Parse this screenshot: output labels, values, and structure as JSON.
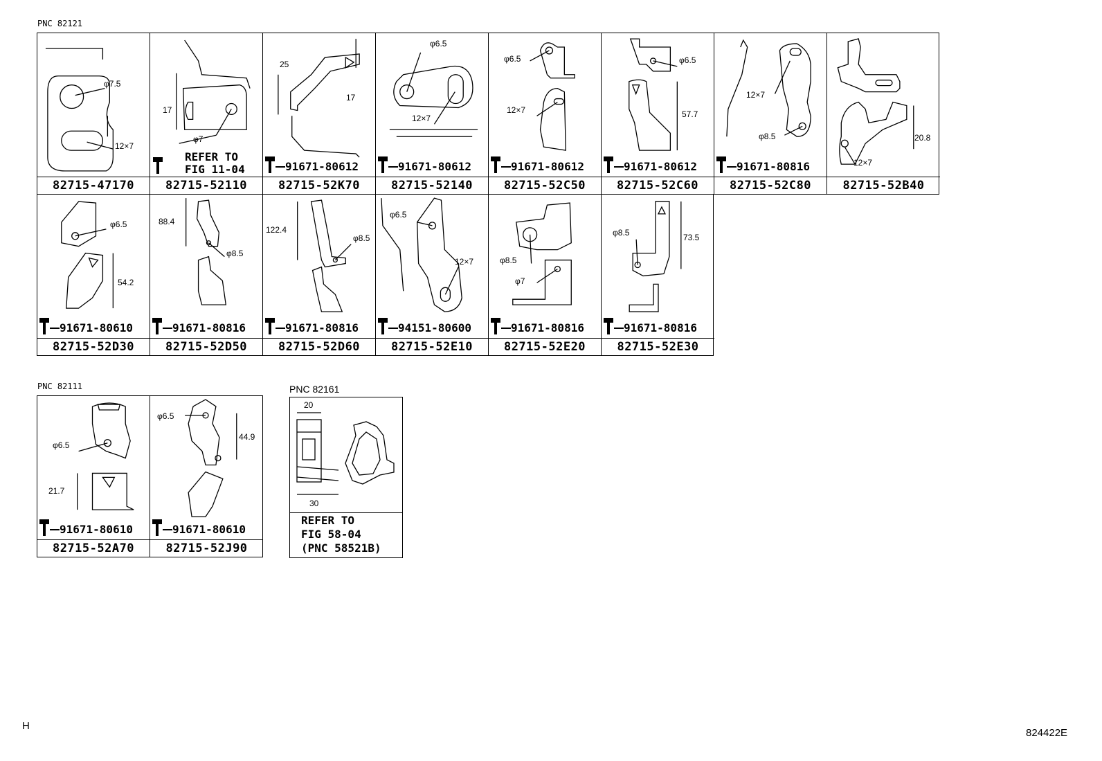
{
  "groups": {
    "g82121": {
      "pnc": "PNC 82121",
      "row1": [
        {
          "part": "82715-47170",
          "dims": [
            "φ7.5",
            "12×7"
          ],
          "bolt": ""
        },
        {
          "part": "82715-52110",
          "dims": [
            "17",
            "φ7"
          ],
          "bolt": "",
          "refer": "REFER TO\nFIG 11-04"
        },
        {
          "part": "82715-52K70",
          "dims": [
            "25",
            "17"
          ],
          "bolt": "91671-80612"
        },
        {
          "part": "82715-52140",
          "dims": [
            "φ6.5",
            "12×7"
          ],
          "bolt": "91671-80612"
        },
        {
          "part": "82715-52C50",
          "dims": [
            "φ6.5",
            "12×7"
          ],
          "bolt": "91671-80612"
        },
        {
          "part": "82715-52C60",
          "dims": [
            "φ6.5",
            "57.7"
          ],
          "bolt": "91671-80612"
        },
        {
          "part": "82715-52C80",
          "dims": [
            "12×7",
            "φ8.5"
          ],
          "bolt": "91671-80816"
        },
        {
          "part": "82715-52B40",
          "dims": [
            "20.8",
            "12×7"
          ],
          "bolt": ""
        }
      ],
      "row2": [
        {
          "part": "82715-52D30",
          "dims": [
            "φ6.5",
            "54.2"
          ],
          "bolt": "91671-80610"
        },
        {
          "part": "82715-52D50",
          "dims": [
            "88.4",
            "φ8.5"
          ],
          "bolt": "91671-80816"
        },
        {
          "part": "82715-52D60",
          "dims": [
            "122.4",
            "φ8.5"
          ],
          "bolt": "91671-80816"
        },
        {
          "part": "82715-52E10",
          "dims": [
            "φ6.5",
            "12×7"
          ],
          "bolt": "94151-80600"
        },
        {
          "part": "82715-52E20",
          "dims": [
            "φ8.5",
            "φ7"
          ],
          "bolt": "91671-80816"
        },
        {
          "part": "82715-52E30",
          "dims": [
            "φ8.5",
            "73.5"
          ],
          "bolt": "91671-80816"
        }
      ]
    },
    "g82111": {
      "pnc": "PNC 82111",
      "row": [
        {
          "part": "82715-52A70",
          "dims": [
            "φ6.5",
            "21.7"
          ],
          "bolt": "91671-80610"
        },
        {
          "part": "82715-52J90",
          "dims": [
            "φ6.5",
            "44.9"
          ],
          "bolt": "91671-80610"
        }
      ]
    },
    "g82161": {
      "pnc": "PNC 82161",
      "dims": [
        "20",
        "30"
      ],
      "refer": "REFER TO\nFIG 58-04\n(PNC 58521B)"
    }
  },
  "corner_left": "H",
  "corner_right": "824422E"
}
